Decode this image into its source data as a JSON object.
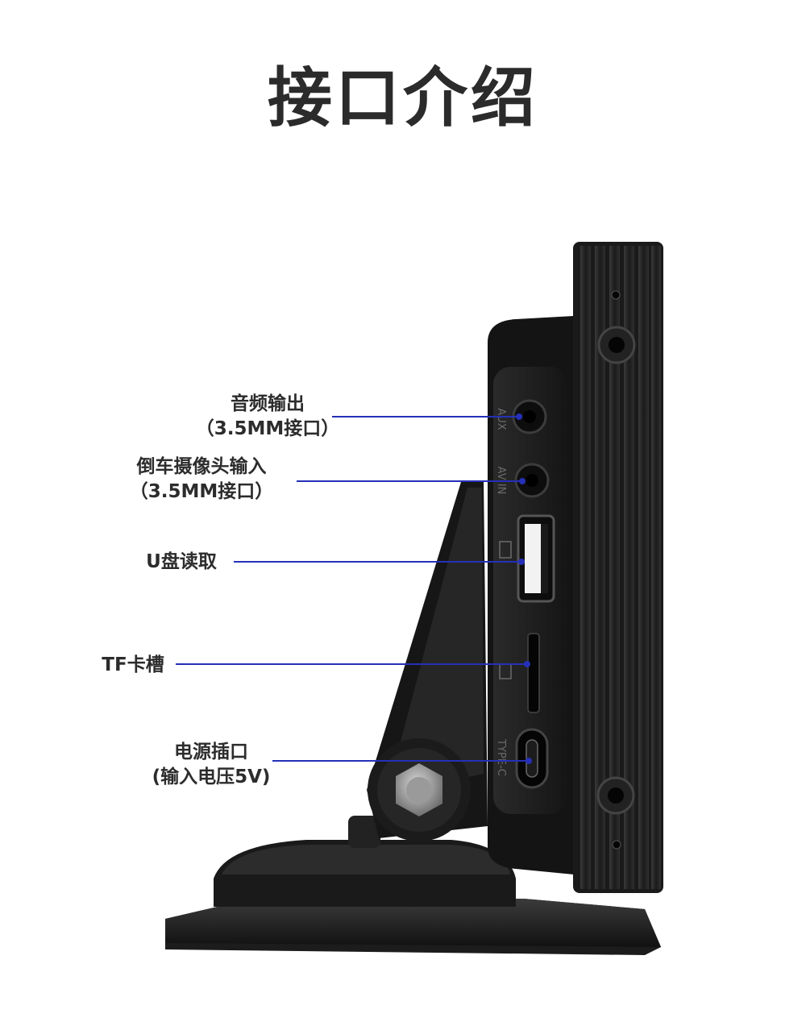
{
  "title": "接口介绍",
  "ports": [
    {
      "name": "音频输出",
      "detail": "（3.5MM接口）"
    },
    {
      "name": "倒车摄像头输入",
      "detail": "（3.5MM接口）"
    },
    {
      "name": "U盘读取",
      "detail": ""
    },
    {
      "name": "TF卡槽",
      "detail": ""
    },
    {
      "name": "电源插口",
      "detail": "(输入电压5V)"
    }
  ],
  "port_markings": {
    "aux": "AUX",
    "av_in": "AV IN",
    "type_c": "TYPE-C"
  },
  "colors": {
    "leader_line": "#2530b8",
    "text": "#2c2c2c",
    "device_body": "#1e1e1e"
  }
}
